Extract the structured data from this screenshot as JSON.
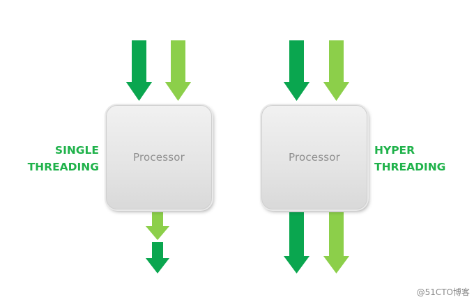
{
  "colors": {
    "dark_green": "#0aa64f",
    "light_green": "#8ccf4a",
    "label_green": "#1fb24a",
    "processor_text": "#8e8e8e"
  },
  "left_panel": {
    "processor_label": "Processor",
    "side_label_line1": "SINGLE",
    "side_label_line2": "THREADING"
  },
  "right_panel": {
    "processor_label": "Processor",
    "side_label_line1": "HYPER",
    "side_label_line2": "THREADING"
  },
  "watermark": "@51CTO博客"
}
